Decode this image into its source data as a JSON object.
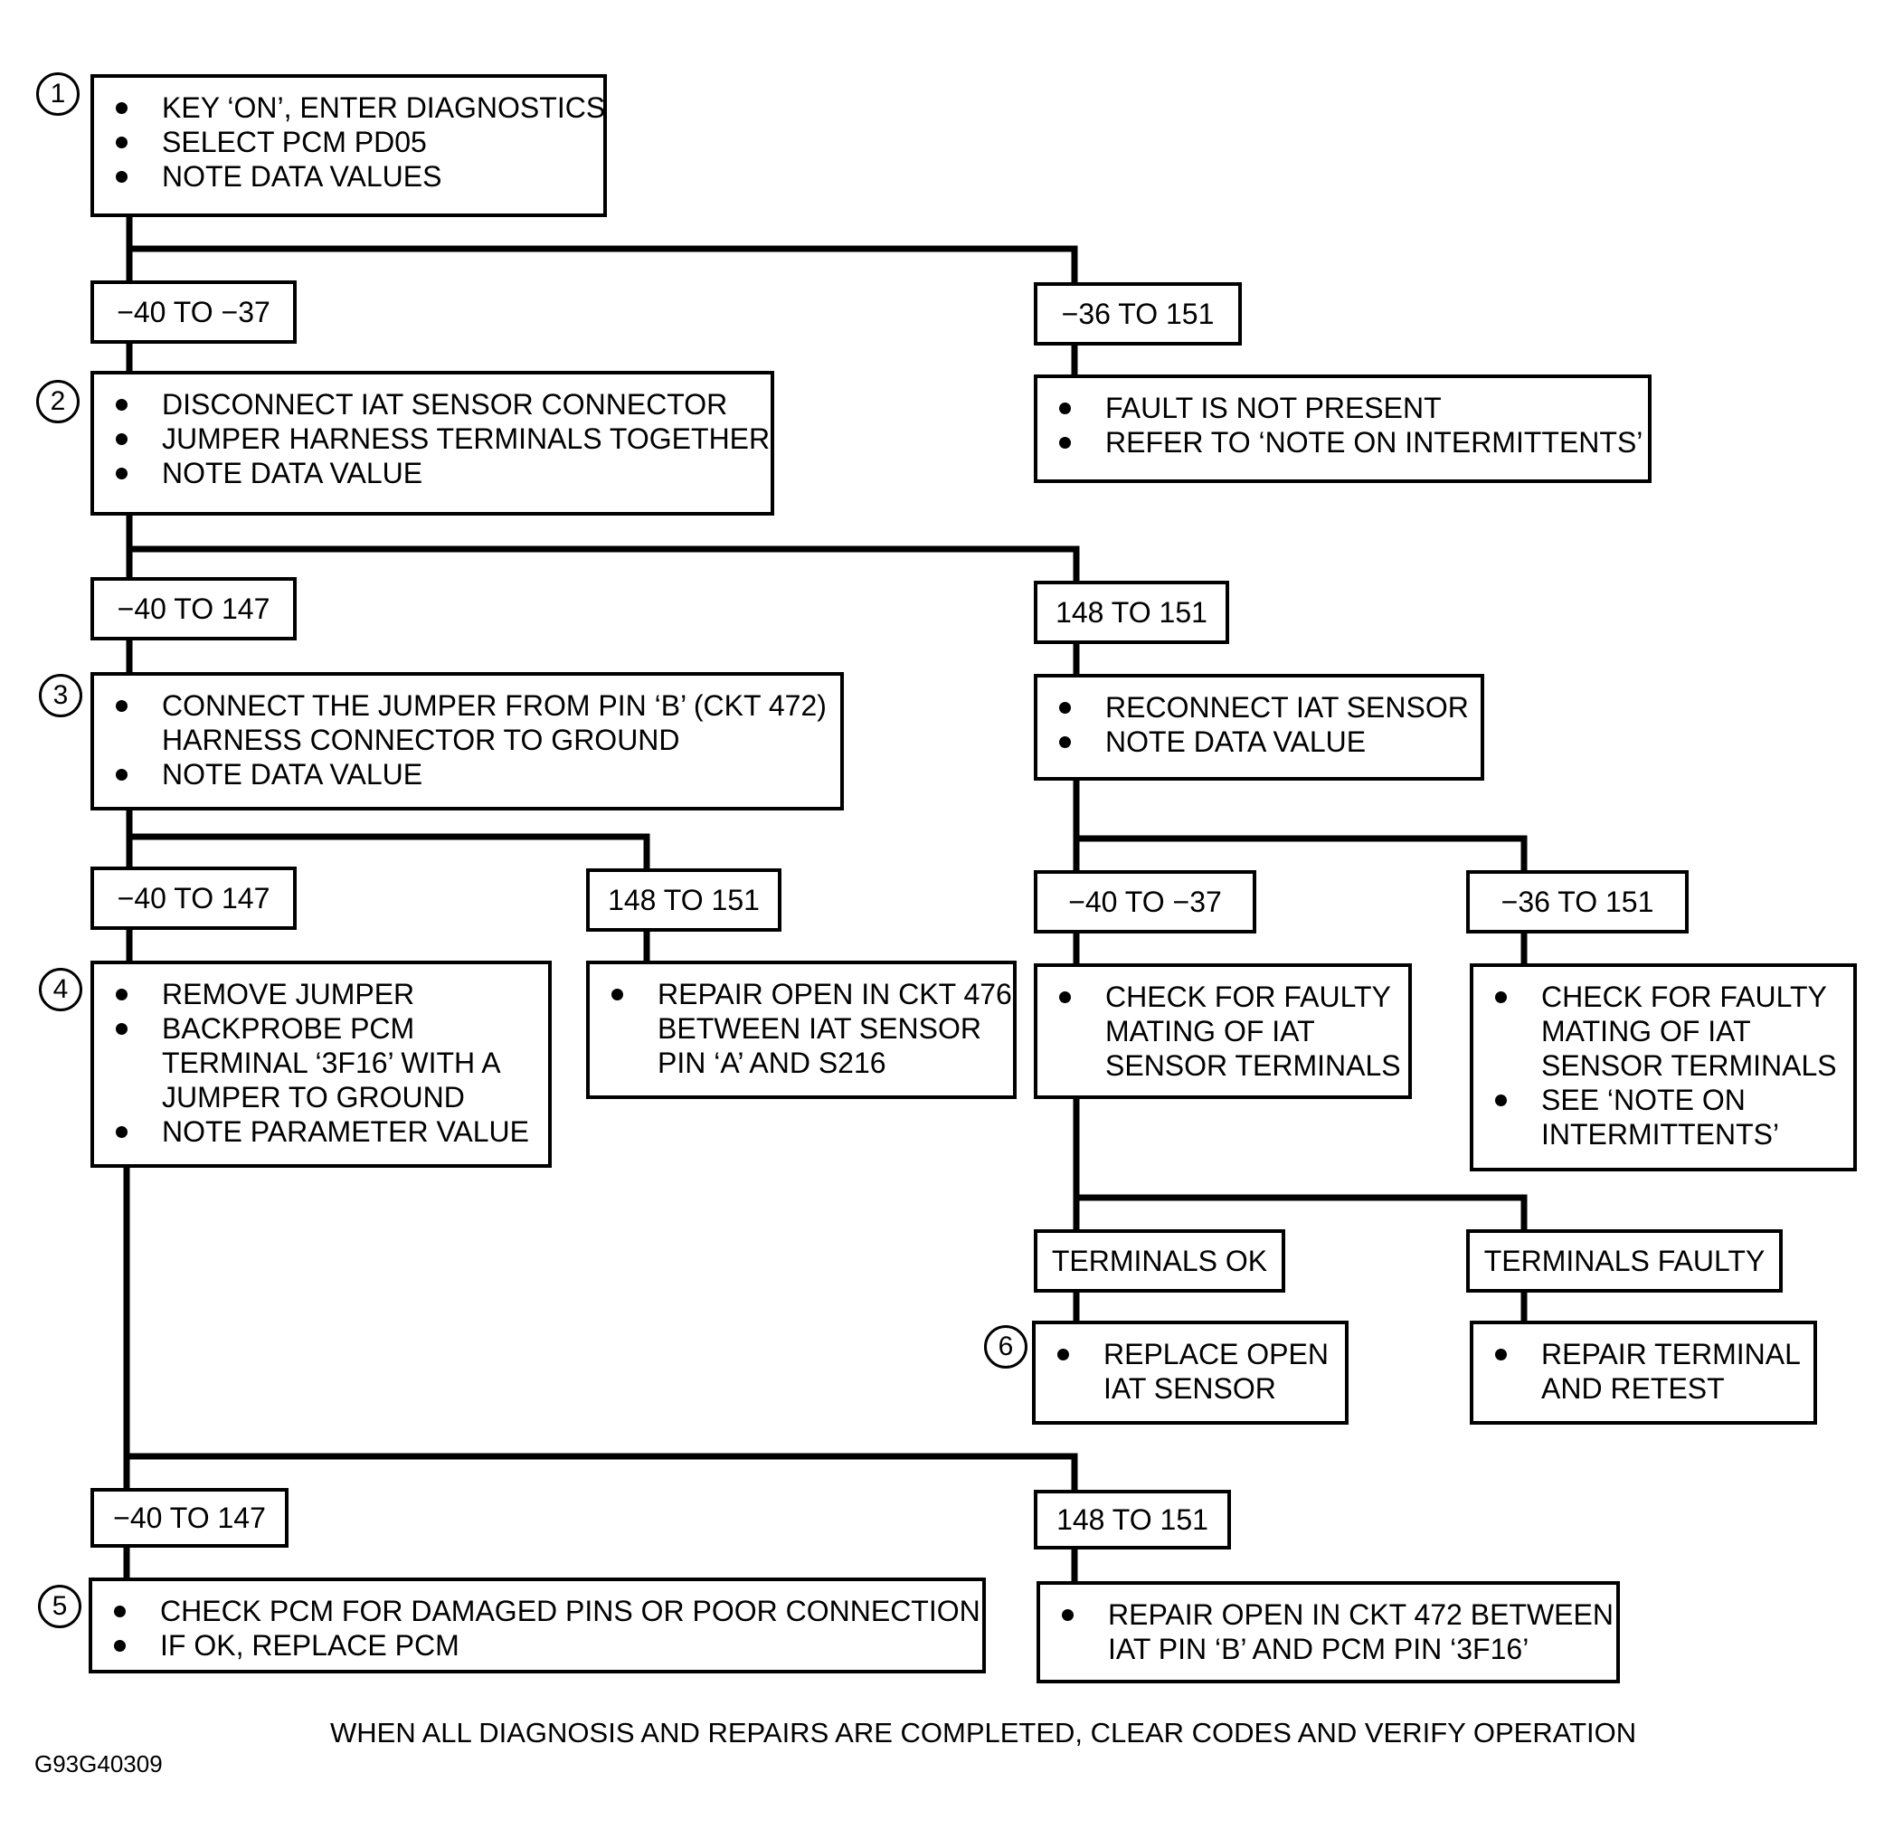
{
  "steps": {
    "s1": {
      "number": "1",
      "items": [
        [
          "KEY ‘ON’, ENTER DIAGNOSTICS"
        ],
        [
          "SELECT PCM PD05"
        ],
        [
          "NOTE DATA VALUES"
        ]
      ]
    },
    "s2": {
      "number": "2",
      "items": [
        [
          "DISCONNECT IAT SENSOR CONNECTOR"
        ],
        [
          "JUMPER HARNESS TERMINALS TOGETHER"
        ],
        [
          "NOTE DATA VALUE"
        ]
      ]
    },
    "s3": {
      "number": "3",
      "items": [
        [
          "CONNECT THE JUMPER FROM PIN ‘B’ (CKT 472)",
          "HARNESS CONNECTOR TO GROUND"
        ],
        [
          "NOTE DATA VALUE"
        ]
      ]
    },
    "s4": {
      "number": "4",
      "items": [
        [
          "REMOVE JUMPER"
        ],
        [
          "BACKPROBE PCM",
          "TERMINAL ‘3F16’ WITH A",
          "JUMPER TO GROUND"
        ],
        [
          "NOTE PARAMETER VALUE"
        ]
      ]
    },
    "s5": {
      "number": "5",
      "items": [
        [
          "CHECK PCM FOR DAMAGED PINS OR POOR CONNECTION"
        ],
        [
          "IF OK,  REPLACE PCM"
        ]
      ]
    },
    "fault_not_present": {
      "items": [
        [
          "FAULT IS NOT PRESENT"
        ],
        [
          "REFER TO ‘NOTE ON INTERMITTENTS’"
        ]
      ]
    },
    "reconnect": {
      "items": [
        [
          "RECONNECT IAT SENSOR"
        ],
        [
          "NOTE DATA VALUE"
        ]
      ]
    },
    "repair_476": {
      "items": [
        [
          "REPAIR OPEN IN CKT 476",
          "BETWEEN IAT SENSOR",
          "PIN ‘A’  AND S216"
        ]
      ]
    },
    "check_mating_a": {
      "items": [
        [
          "CHECK FOR FAULTY",
          "MATING OF IAT",
          "SENSOR TERMINALS"
        ]
      ]
    },
    "check_mating_b": {
      "items": [
        [
          "CHECK FOR FAULTY",
          "MATING OF IAT",
          "SENSOR TERMINALS"
        ],
        [
          "SEE ‘NOTE ON",
          "INTERMITTENTS’"
        ]
      ]
    },
    "s6": {
      "number": "6",
      "items": [
        [
          "REPLACE  OPEN",
          "IAT SENSOR"
        ]
      ]
    },
    "repair_terminal": {
      "items": [
        [
          "REPAIR  TERMINAL",
          "AND RETEST"
        ]
      ]
    },
    "repair_472": {
      "items": [
        [
          "REPAIR OPEN IN CKT 472 BETWEEN",
          "IAT PIN ‘B’ AND PCM PIN ‘3F16’"
        ]
      ]
    }
  },
  "ranges": {
    "r1L": "−40 TO −37",
    "r1R": "−36 TO 151",
    "r2L": "−40 TO 147",
    "r2R": "148 TO 151",
    "r3L": "−40 TO 147",
    "r3R": "148 TO 151",
    "r4L": "−40 TO −37",
    "r4R": "−36 TO 151",
    "r5L": "TERMINALS OK",
    "r5R": "TERMINALS FAULTY",
    "r6L": "−40 TO 147",
    "r6R": "148 TO 151"
  },
  "footer": "WHEN ALL DIAGNOSIS AND REPAIRS ARE COMPLETED, CLEAR CODES AND VERIFY OPERATION",
  "figure_id": "G93G40309"
}
